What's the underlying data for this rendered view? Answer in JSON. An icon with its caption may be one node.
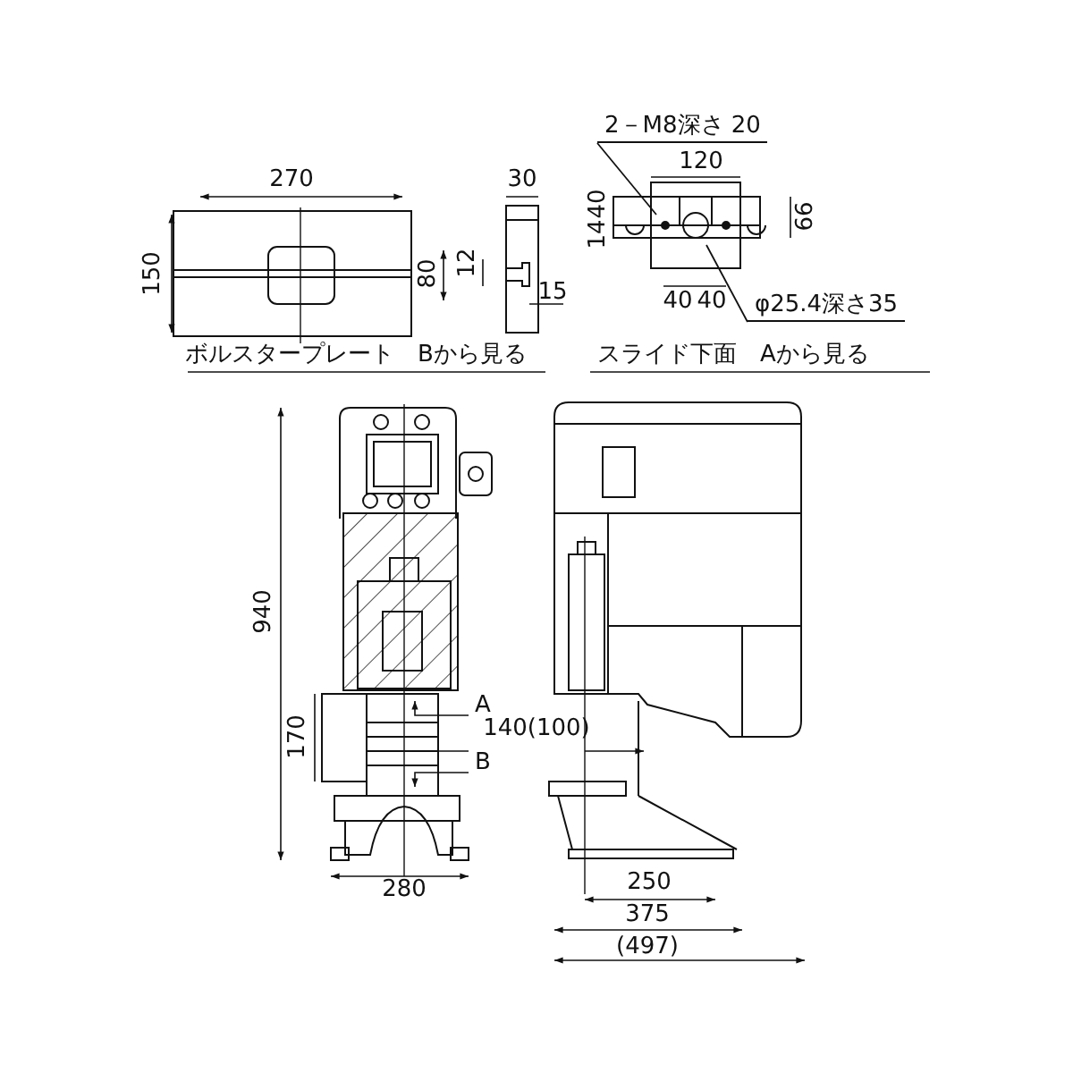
{
  "diagram": {
    "nodes": [
      {
        "text": [
          "2－M8深さ 20"
        ]
      },
      {
        "text": [
          "φ25.4深さ35"
        ]
      }
    ],
    "edges": [
      {
        "from": 0,
        "to": null,
        "arrow": "none"
      },
      {
        "from": 1,
        "to": null,
        "arrow": "none"
      }
    ],
    "labels": [
      "270",
      "30",
      "150",
      "80",
      "12",
      "15",
      "ボルスタープレート　Bから見る",
      "120",
      "40",
      "14",
      "66",
      "40",
      "40",
      "スライド下面　Aから見る",
      "940",
      "A",
      "140(100)",
      "170",
      "B",
      "280",
      "250",
      "375",
      "(497)"
    ]
  }
}
